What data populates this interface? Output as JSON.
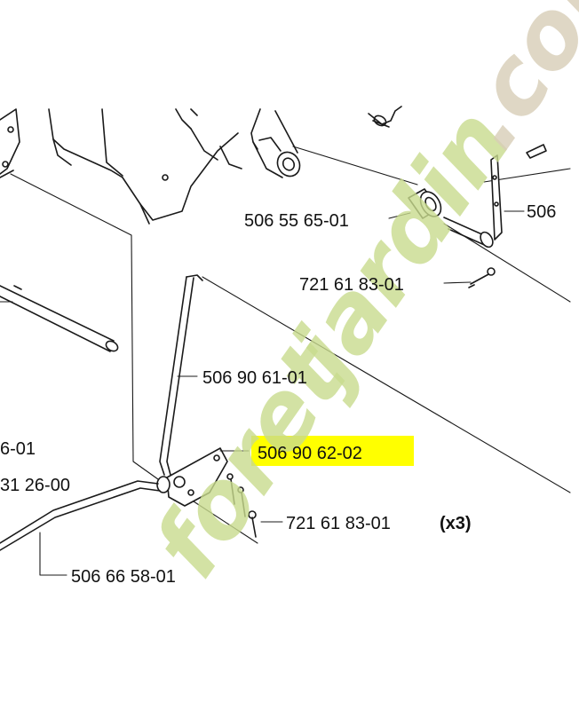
{
  "highlight_color": "#ffff00",
  "watermark": {
    "text_1": "foret",
    "text_2": "jardin",
    "text_3": ".com",
    "color_green": "#c9dc8e",
    "color_beige": "#d8ceb7"
  },
  "labels": {
    "l1": "506",
    "l2": "506 55 65-01",
    "l3": "721 61 83-01",
    "l4": "506 90 61-01",
    "l5": "6-01",
    "l6": "506 90 62-02",
    "l7": "31 26-00",
    "l8": "721 61 83-01",
    "l8_qty": "(x3)",
    "l9": "506 66 58-01"
  }
}
